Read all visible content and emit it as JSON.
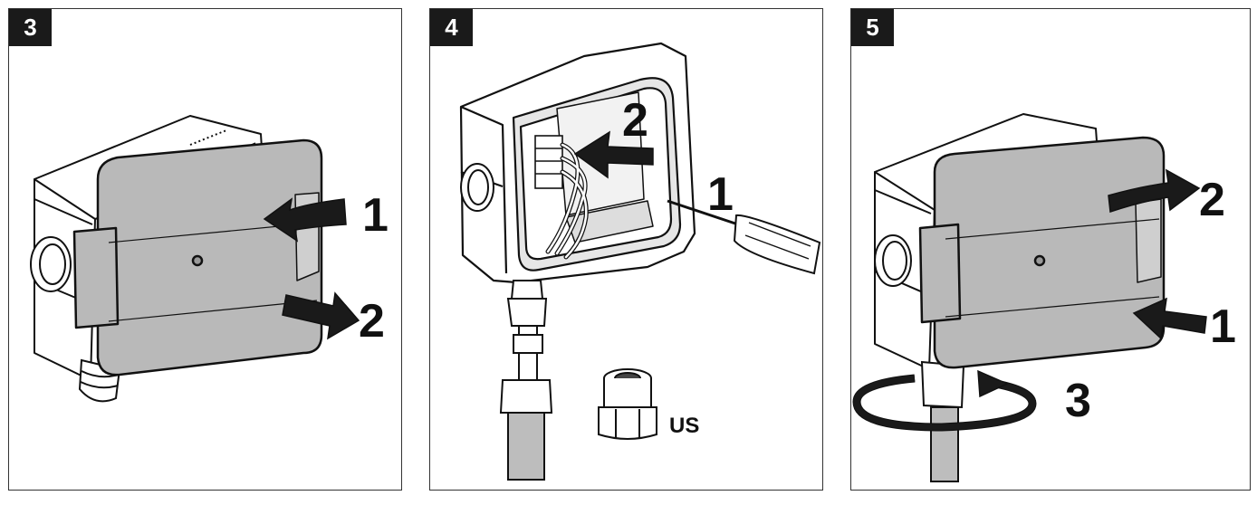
{
  "panels": [
    {
      "step": "3",
      "callouts": [
        "1",
        "2"
      ]
    },
    {
      "step": "4",
      "callouts": [
        "2",
        "1"
      ],
      "label": "US"
    },
    {
      "step": "5",
      "callouts": [
        "2",
        "1",
        "3"
      ]
    }
  ]
}
